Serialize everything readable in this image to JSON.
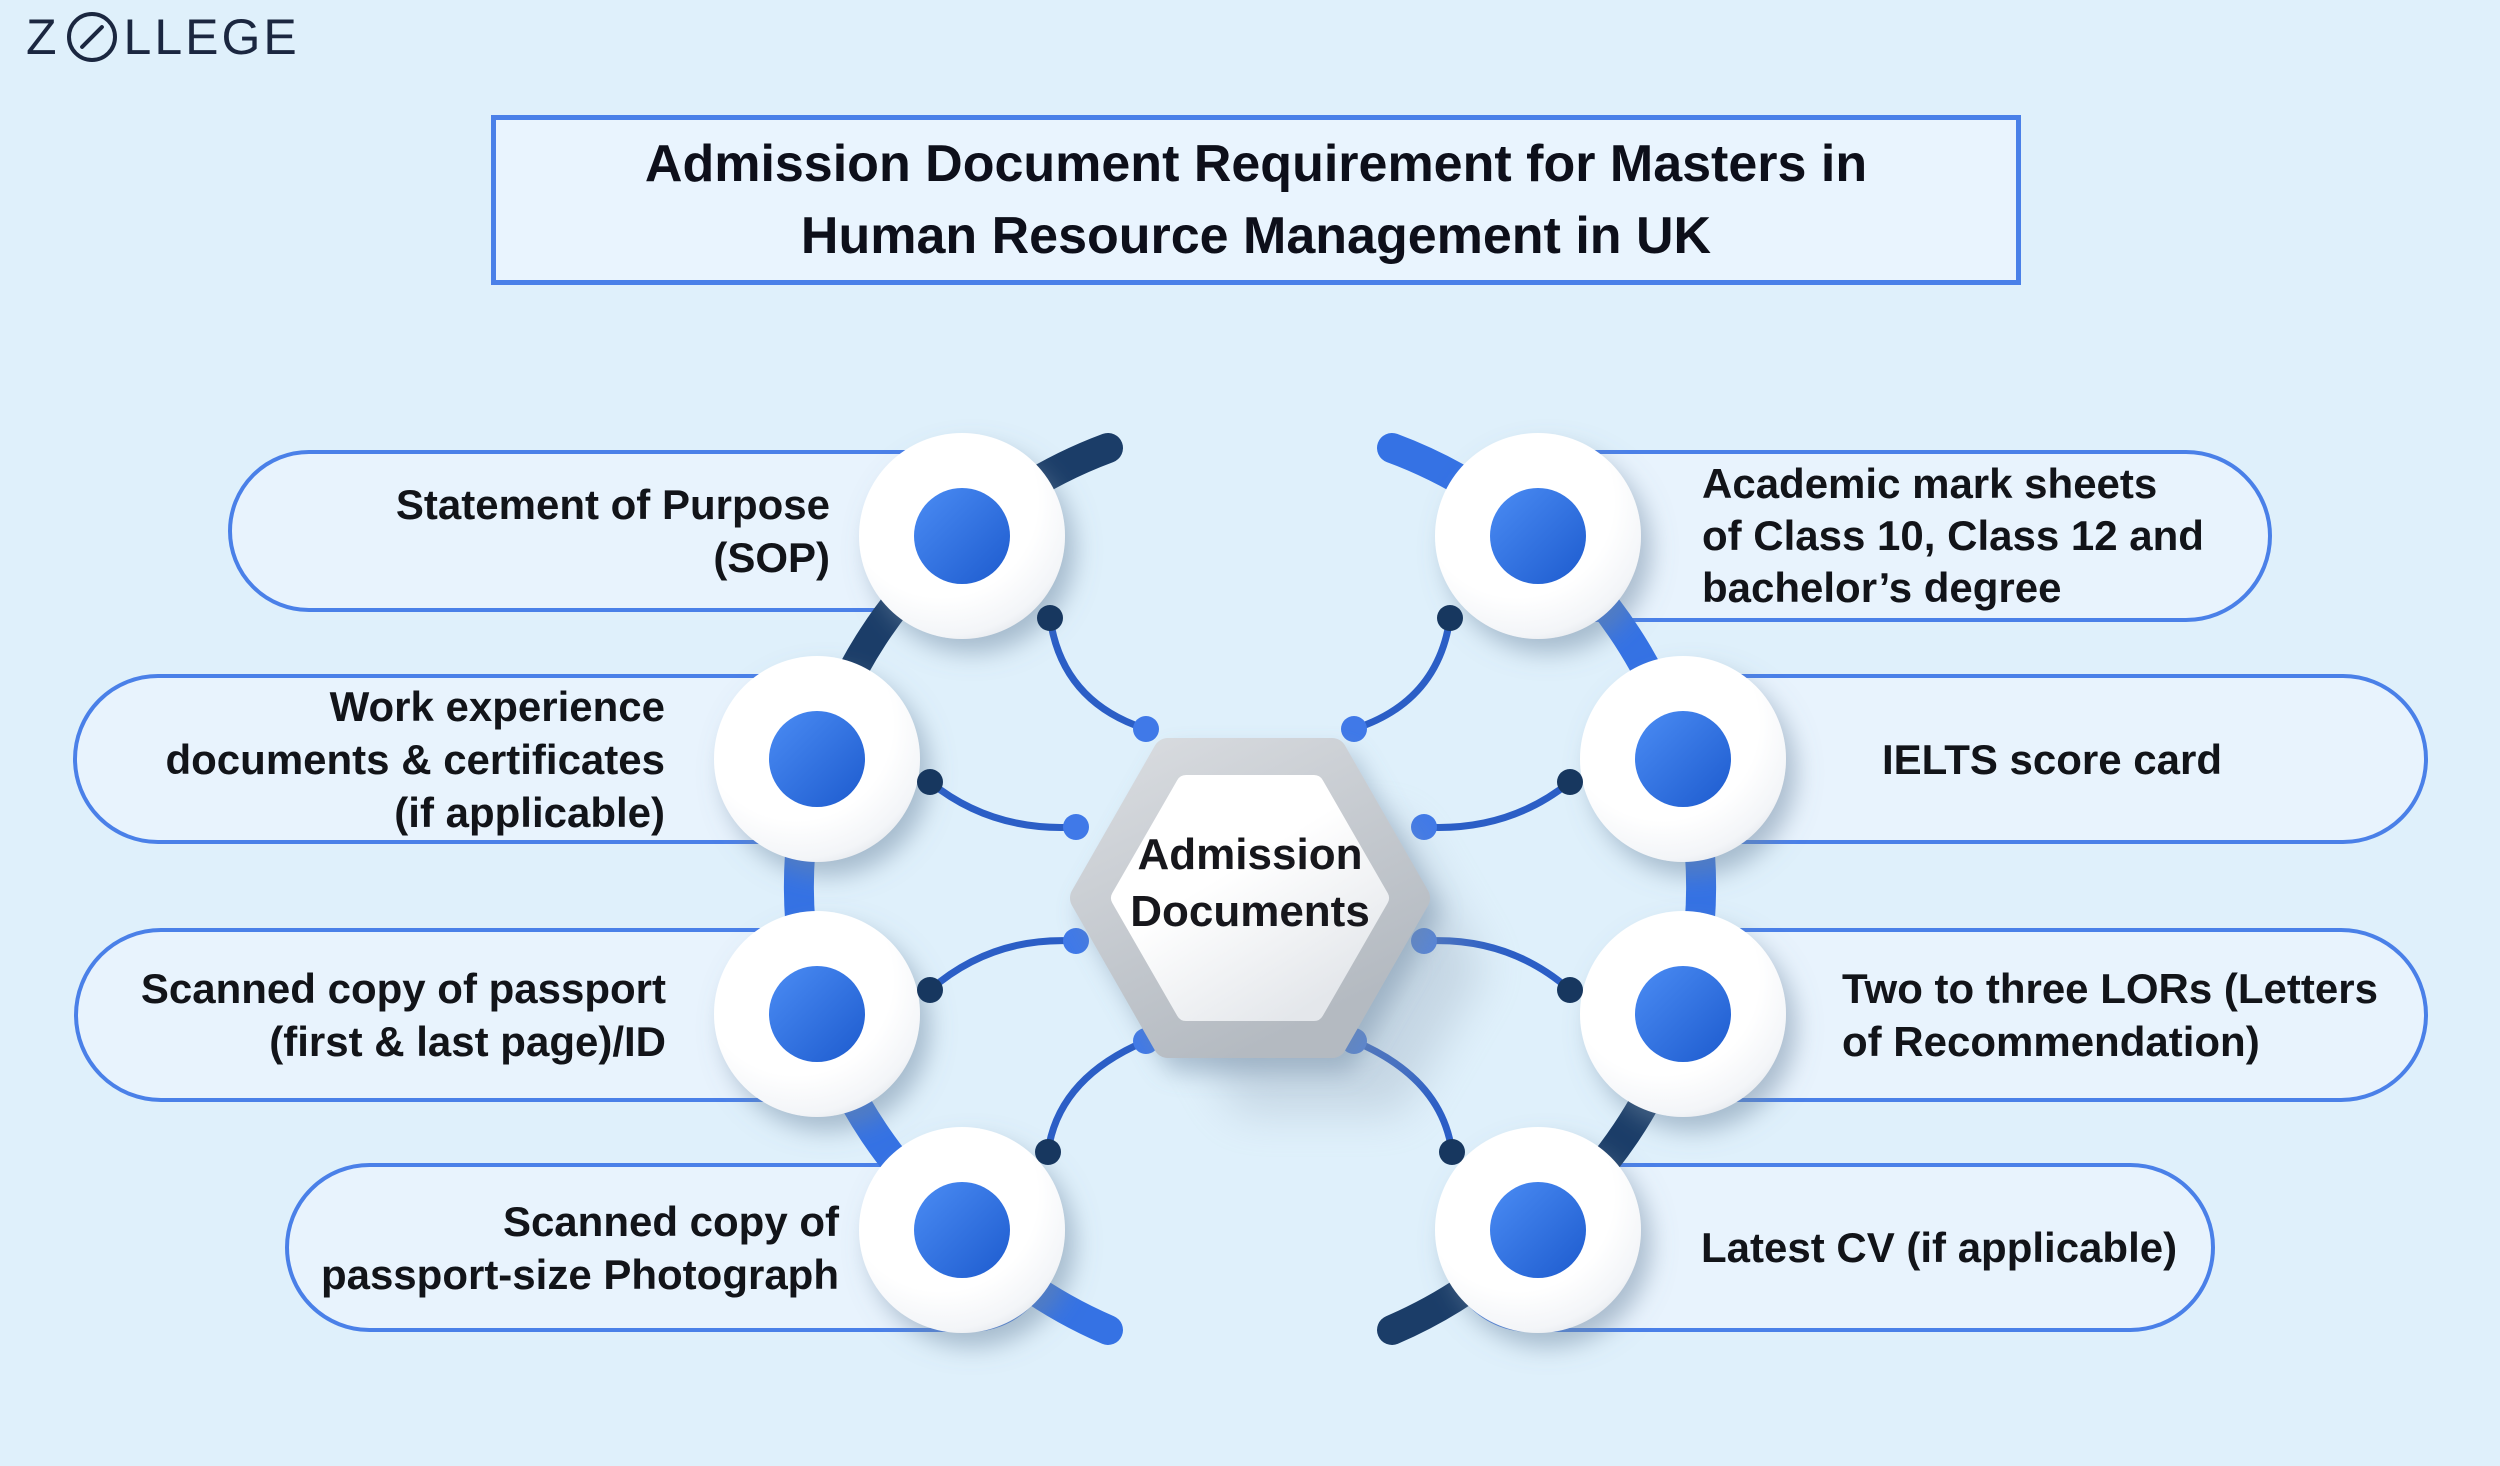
{
  "logo": {
    "first": "Z",
    "rest": "LLEGE",
    "o_icon": "slashed-o-icon"
  },
  "title": {
    "line1": "Admission Document Requirement for Masters in",
    "line2": "Human Resource Management in UK"
  },
  "center": {
    "line1": "Admission",
    "line2": "Documents"
  },
  "left_items": [
    {
      "lines": [
        "Statement of Purpose",
        "(SOP)"
      ]
    },
    {
      "lines": [
        "Work experience",
        "documents & certificates",
        "(if applicable)"
      ]
    },
    {
      "lines": [
        "Scanned copy of passport",
        "(first & last page)/ID"
      ]
    },
    {
      "lines": [
        "Scanned copy of",
        "passport-size Photograph"
      ]
    }
  ],
  "right_items": [
    {
      "lines": [
        "Academic mark sheets",
        "of Class 10, Class 12 and",
        "bachelor’s degree"
      ]
    },
    {
      "lines": [
        "IELTS score card"
      ]
    },
    {
      "lines": [
        "Two to three LORs (Letters",
        "of Recommendation)"
      ]
    },
    {
      "lines": [
        "Latest CV (if applicable)"
      ]
    }
  ],
  "colors": {
    "background": "#dff0fb",
    "pill_fill": "#e8f3fd",
    "border_blue": "#4a80e8",
    "arc_blue": "#3572e4",
    "arc_navy": "#1b3d68",
    "connector_blue": "#2b5ec6",
    "dot_navy": "#17375f",
    "dot_blue": "#4079e8",
    "text_dark": "#121419"
  }
}
